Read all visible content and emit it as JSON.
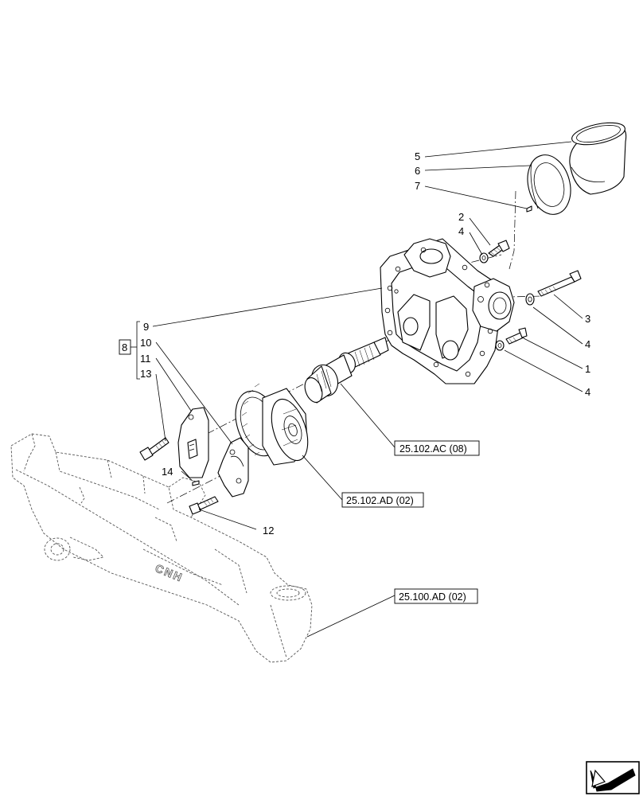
{
  "callouts": {
    "c5": "5",
    "c6": "6",
    "c7": "7",
    "c2": "2",
    "c4a": "4",
    "c3": "3",
    "c4b": "4",
    "c1": "1",
    "c4c": "4",
    "c9": "9",
    "c8": "8",
    "c10": "10",
    "c11": "11",
    "c13": "13",
    "c14": "14",
    "c12": "12"
  },
  "references": {
    "ref_ac08": "25.102.AC (08)",
    "ref_ad02_diff": "25.102.AD (02)",
    "ref_ad02_axle": "25.100.AD (02)"
  },
  "logo_text": "CNH",
  "nav_icon": "next-page-arrow-icon"
}
